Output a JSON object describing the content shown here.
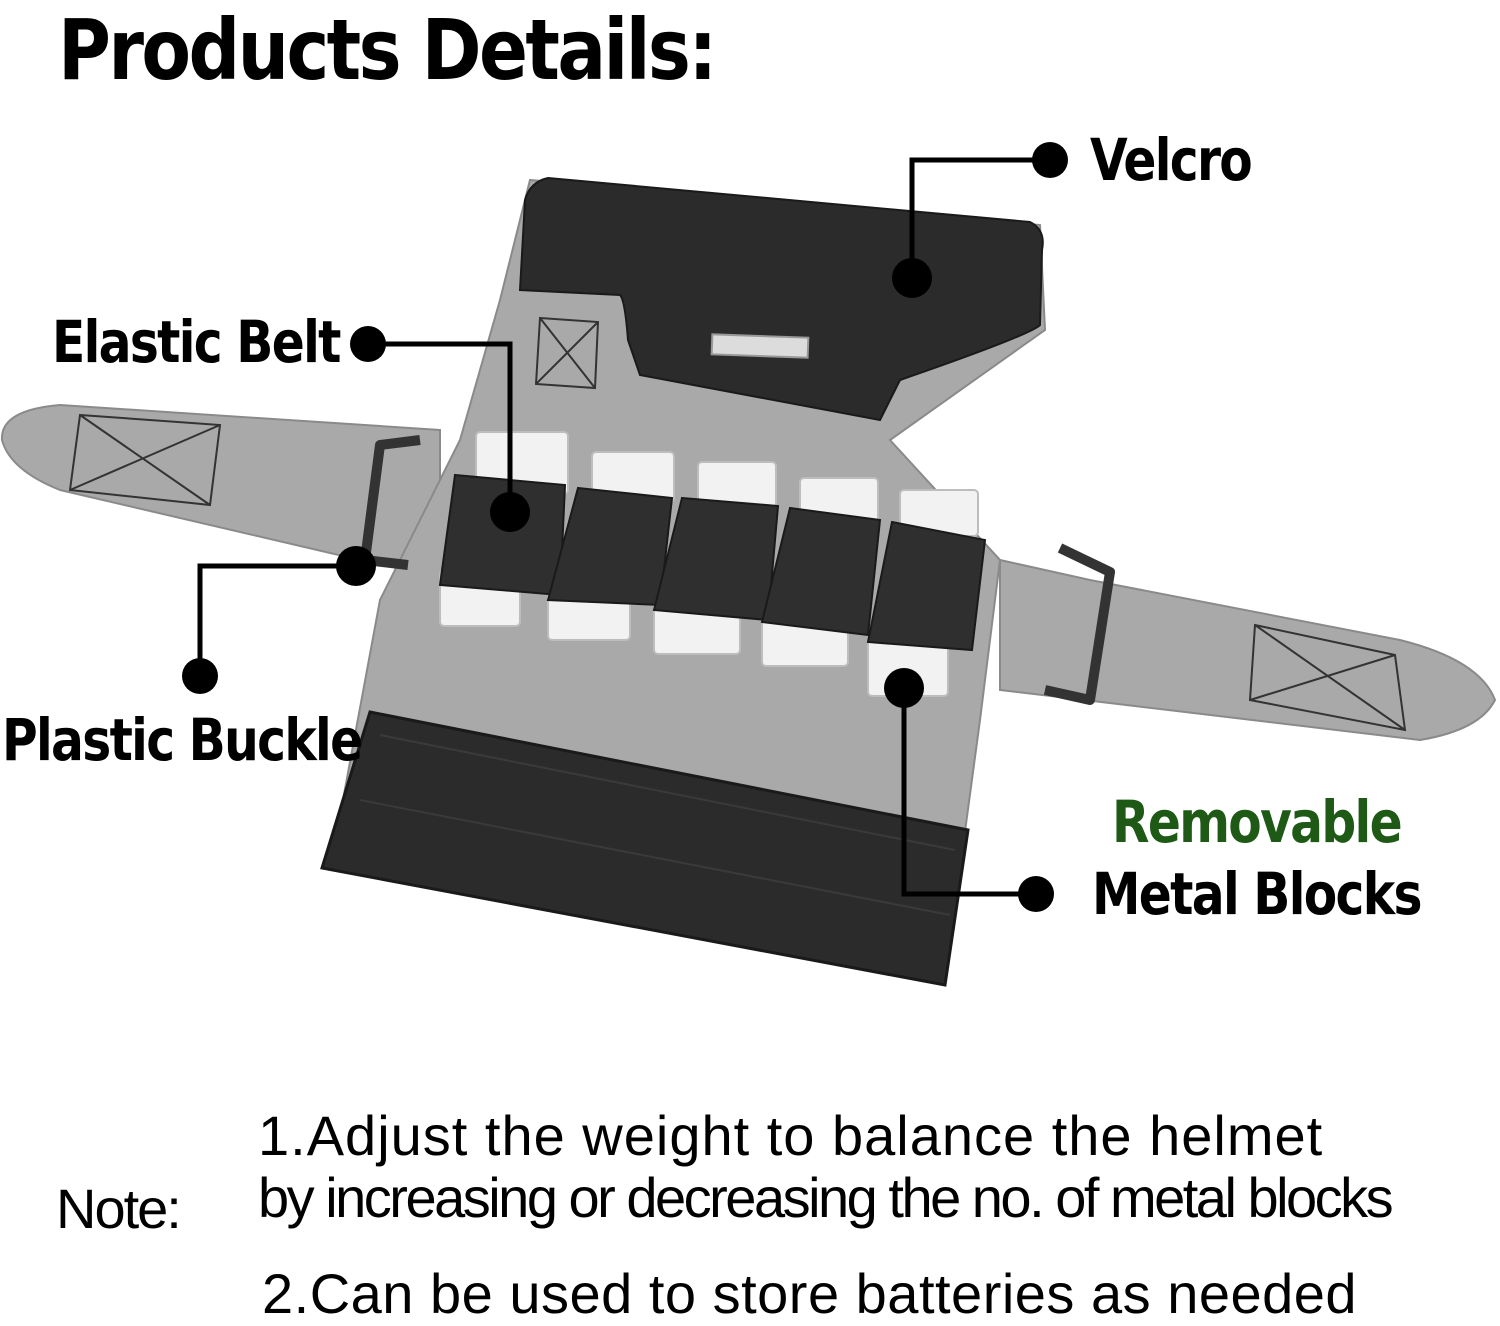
{
  "title": "Products Details:",
  "callouts": {
    "velcro": "Velcro",
    "elastic_belt": "Elastic Belt",
    "plastic_buckle": "Plastic Buckle",
    "removable": "Removable",
    "metal_blocks": "Metal Blocks"
  },
  "note": {
    "label": "Note:",
    "line1": "1.Adjust the weight to balance the helmet",
    "line2": "by increasing or decreasing the no. of metal blocks",
    "line3": "2.Can be used to store batteries as needed"
  },
  "colors": {
    "fabric_gray": "#a9a9a9",
    "strap_black": "#2b2b2b",
    "metal_white": "#f2f2f2",
    "removable_green": "#1e5a16"
  }
}
